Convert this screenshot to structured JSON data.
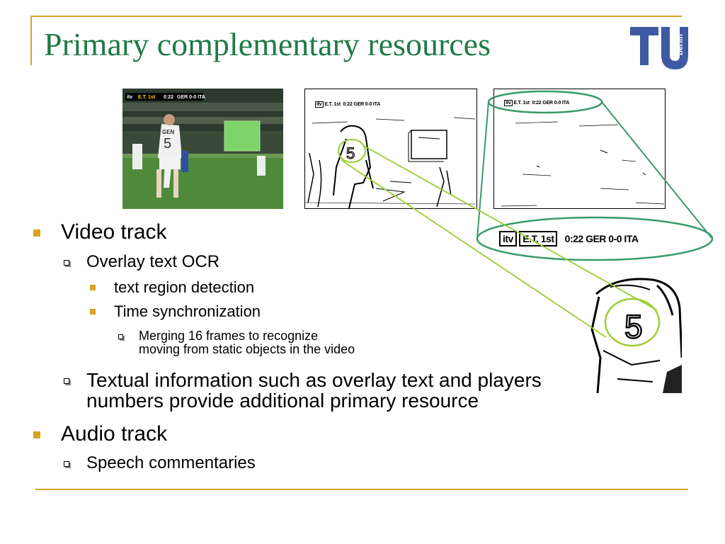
{
  "slide": {
    "title": "Primary complementary resources",
    "accent_color": "#d7a421",
    "title_color": "#1f7a45",
    "logo": {
      "icon": "tu-berlin-logo",
      "text": "berlin"
    }
  },
  "images": {
    "photo_overlay": {
      "channel": "itv",
      "period": "E.T. 1st",
      "clock": "0:22",
      "score": "GER 0-0 ITA",
      "jersey_name": "GEN",
      "jersey_number": "5"
    },
    "edge_overlay": {
      "channel": "itv",
      "period": "E.T. 1st",
      "clock": "0:22",
      "score": "GER 0-0 ITA",
      "jersey_number": "5"
    },
    "static_overlay": {
      "channel": "itv",
      "period": "E.T. 1st",
      "clock": "0:22",
      "score": "GER 0-0 ITA"
    },
    "zoom_overlay": {
      "channel": "itv",
      "period": "E.T. 1st",
      "clock": "0:22",
      "score": "GER 0-0 ITA"
    },
    "zoom_number": "5",
    "highlight_color": "#3a9a6a",
    "link_color": "#9acd32"
  },
  "bullets": [
    {
      "level": 1,
      "text": "Video track"
    },
    {
      "level": 2,
      "text": "Overlay text OCR"
    },
    {
      "level": 3,
      "text": "text region detection"
    },
    {
      "level": 3,
      "text": "Time synchronization"
    },
    {
      "level": 4,
      "text": "Merging 16 frames to recognize",
      "continuation": "moving from static objects in the video"
    },
    {
      "level": 2,
      "text": "Textual information such as overlay text and players",
      "continuation": "numbers provide additional primary resource"
    },
    {
      "level": 1,
      "text": "Audio track"
    },
    {
      "level": 2,
      "text": "Speech commentaries"
    }
  ]
}
